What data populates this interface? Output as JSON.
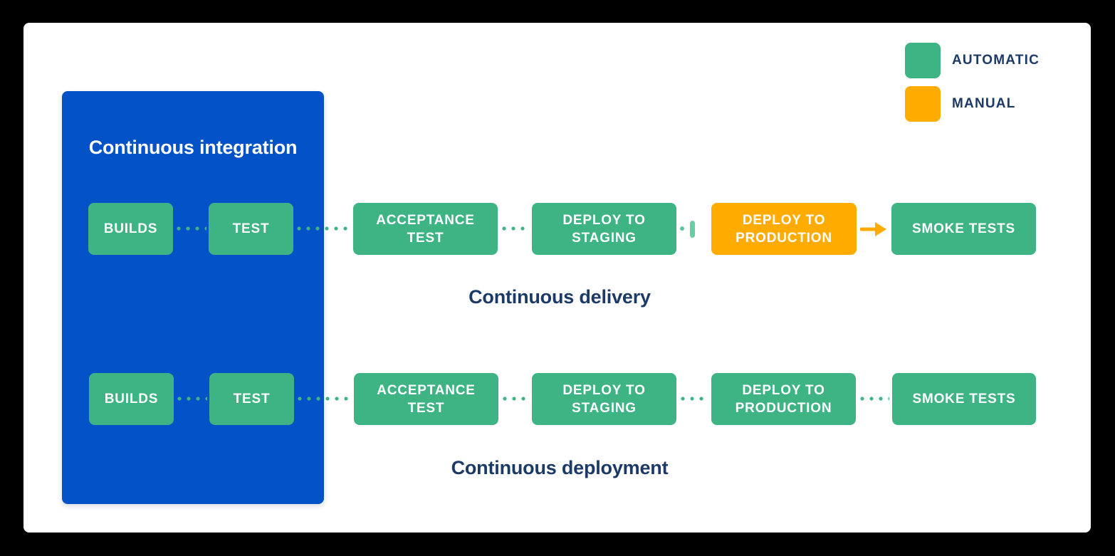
{
  "legend": {
    "items": [
      {
        "id": "automatic",
        "label": "AUTOMATIC",
        "color": "#3EB484"
      },
      {
        "id": "manual",
        "label": "MANUAL",
        "color": "#FFAB00"
      }
    ]
  },
  "integration": {
    "label": "Continuous integration",
    "color": "#0452C8"
  },
  "rows": [
    {
      "id": "delivery",
      "label": "Continuous delivery",
      "steps": [
        {
          "label": "BUILDS",
          "type": "automatic"
        },
        {
          "label": "TEST",
          "type": "automatic"
        },
        {
          "label": "ACCEPTANCE TEST",
          "type": "automatic"
        },
        {
          "label": "DEPLOY TO STAGING",
          "type": "automatic"
        },
        {
          "label": "DEPLOY TO PRODUCTION",
          "type": "manual"
        },
        {
          "label": "SMOKE TESTS",
          "type": "automatic"
        }
      ],
      "connectors": [
        "dots",
        "dots",
        "dots",
        "manual-gate",
        "manual-arrow"
      ]
    },
    {
      "id": "deployment",
      "label": "Continuous deployment",
      "steps": [
        {
          "label": "BUILDS",
          "type": "automatic"
        },
        {
          "label": "TEST",
          "type": "automatic"
        },
        {
          "label": "ACCEPTANCE TEST",
          "type": "automatic"
        },
        {
          "label": "DEPLOY TO STAGING",
          "type": "automatic"
        },
        {
          "label": "DEPLOY TO PRODUCTION",
          "type": "automatic"
        },
        {
          "label": "SMOKE TESTS",
          "type": "automatic"
        }
      ],
      "connectors": [
        "dots",
        "dots",
        "dots",
        "dots",
        "dots"
      ]
    }
  ],
  "colors": {
    "automatic_green": "#3EB484",
    "manual_orange": "#FFAB00",
    "gate_green": "#6BCCA4",
    "integration_blue": "#0452C8",
    "heading_navy": "#1C3A67",
    "panel_background": "#FFFFFF",
    "frame": "#000000"
  }
}
